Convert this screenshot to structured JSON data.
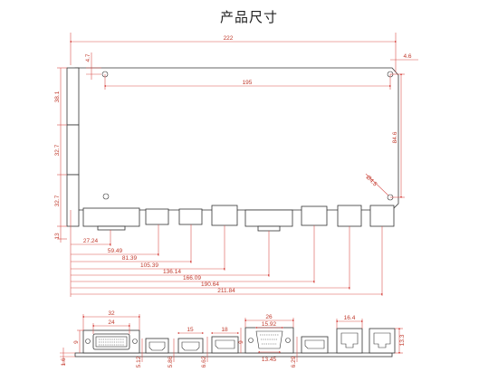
{
  "title": "产品尺寸",
  "top_view": {
    "overall_width": "222",
    "hole_offset_left_top": "4.7",
    "hole_offset_right": "4.6",
    "hole_spacing": "195",
    "hole_vertical_spacing": "84.6",
    "hole_diameter": "Ø4.5",
    "left_segments": [
      "38.1",
      "32.7",
      "32.7"
    ],
    "bottom_offset": "13",
    "connector_positions": [
      "27.24",
      "59.49",
      "81.39",
      "105.39",
      "136.14",
      "166.09",
      "190.64",
      "211.84"
    ]
  },
  "front_view": {
    "dvi_outer": "32",
    "dvi_inner": "24",
    "dvi_height": "9",
    "board_thickness": "1.6",
    "hdmi1_height": "5.12",
    "hdmi2_width": "15",
    "hdmi2_height": "5.86",
    "dp1_width": "18",
    "dp1_height": "6.62",
    "vga_outer": "26",
    "vga_inner": "15.92",
    "vga_height": "9",
    "vga_bottom": "13.45",
    "dp2_height": "6.29",
    "rj45_width": "16.4",
    "rj45_height": "13.3"
  }
}
